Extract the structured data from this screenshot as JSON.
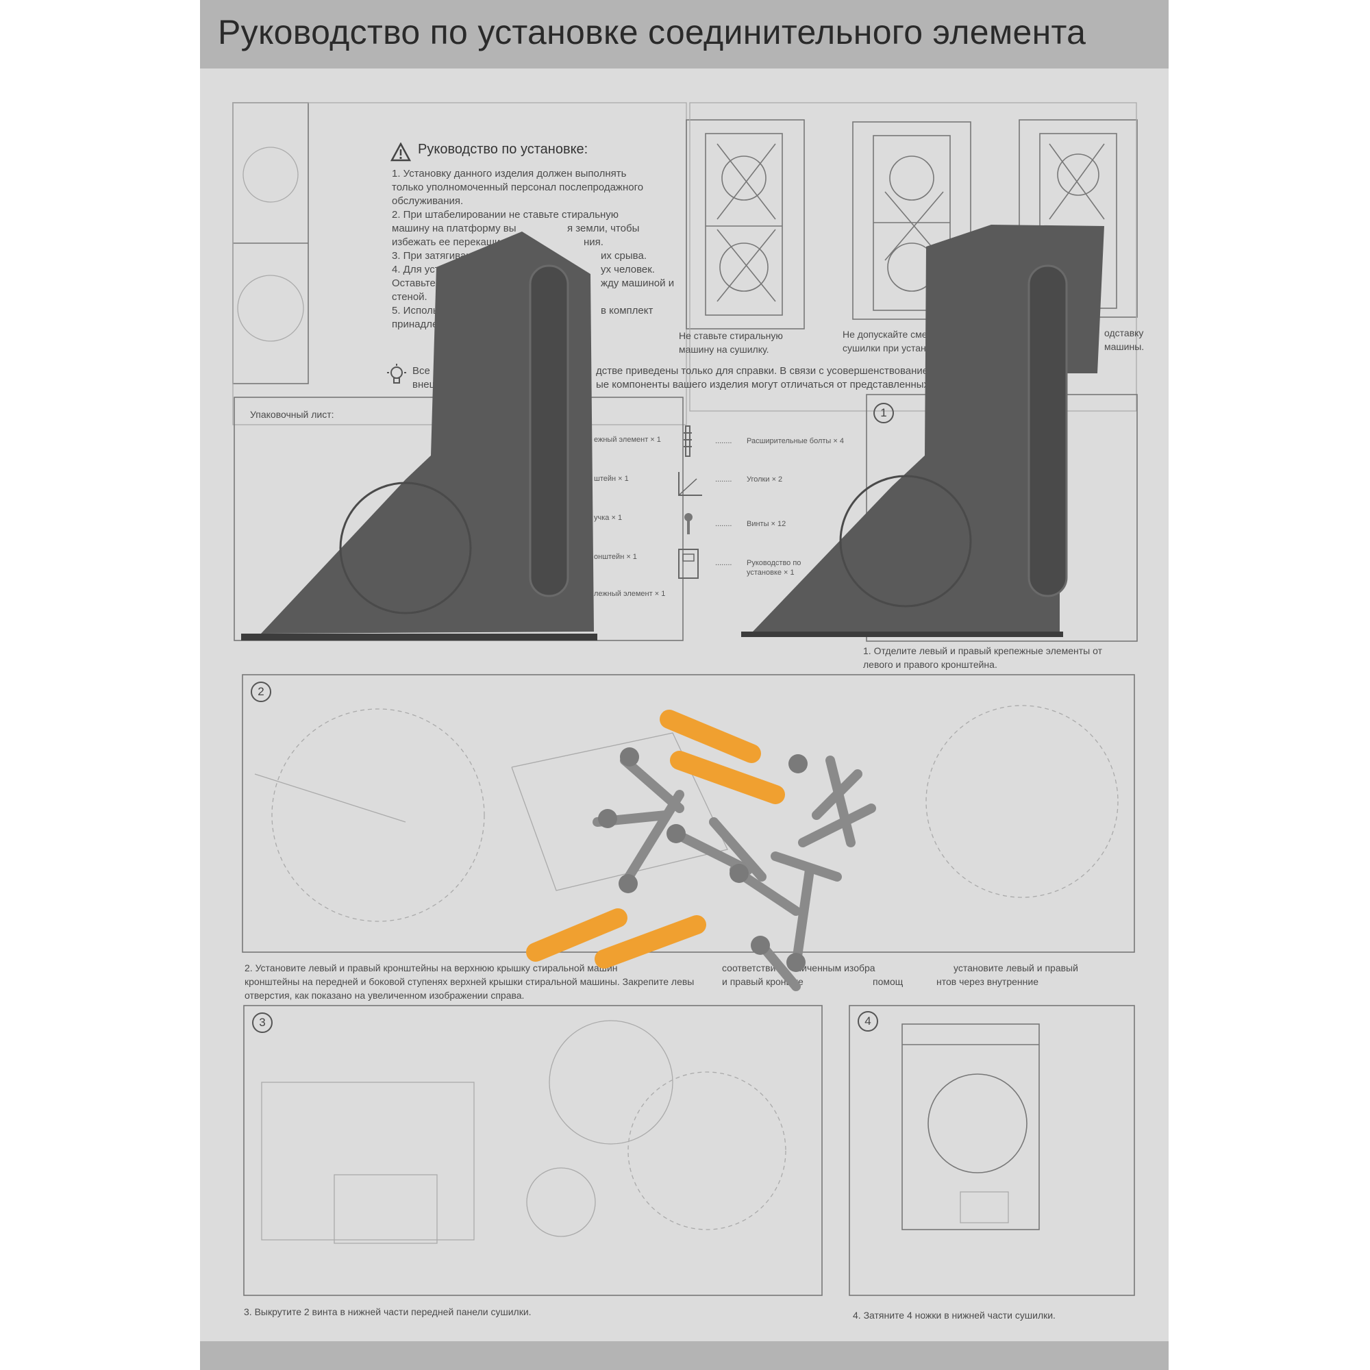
{
  "title": "Руководство по установке соединительного элемента",
  "guide": {
    "heading": "Руководство по установке:",
    "lines": [
      "1. Установку данного изделия должен выполнять",
      "только уполномоченный персонал послепродажного",
      "обслуживания.",
      "2. При штабелировании не ставьте стиральную",
      "машину на платформу вы",
      "я земли, чтобы",
      "избежать ее перекаши",
      "ния.",
      "3. При затягивании в",
      "их срыва.",
      "4. Для установки тре",
      "ух человек.",
      "Оставьте определен",
      "жду машиной и",
      "стеной.",
      "5. Используйте толь",
      "в комплект",
      "принадлежностей."
    ],
    "note_1": "Все иллюстраци",
    "note_2": "дстве приведены только для справки. В связи с усовершенствованием и расш",
    "note_3": "внешний вид, цве",
    "note_4": "ые компоненты вашего изделия могут отличаться от представленных на илл"
  },
  "warnings": {
    "w1": [
      "Не ставьте стиральную",
      "машину на сушилку."
    ],
    "w2": [
      "Не допускайте смещения",
      "сушилки при установке."
    ],
    "w3": [
      "одставку",
      "машины."
    ]
  },
  "packing": {
    "heading": "Упаковочный лист:",
    "items_left": [
      "ежный элемент × 1",
      "штейн × 1",
      "учка × 1",
      "онштейн × 1",
      "лежный элемент × 1"
    ],
    "items_right": [
      "Расширительные болты × 4",
      "Уголки × 2",
      "Винты × 12",
      "Руководство по",
      "установке × 1"
    ],
    "dots": "........"
  },
  "steps": {
    "s1_num": "1",
    "s1_text": [
      "1. Отделите левый и правый крепежные элементы от",
      "левого и правого кронштейна."
    ],
    "s2_num": "2",
    "s2_text": [
      "2. Установите левый и правый кронштейны на верхнюю крышку стиральной машин",
      "кронштейны на передней и боковой ступенях верхней крышки стиральной машины. Закрепите левы",
      "отверстия, как показано на увеличенном изображении справа."
    ],
    "s2_frag_1": "соответстви",
    "s2_frag_2": "личенным изобра",
    "s2_frag_3": "установите левый и правый",
    "s2_frag_4": "и правый кронште",
    "s2_frag_5": "помощ",
    "s2_frag_6": "нтов через внутренние",
    "s3_num": "3",
    "s3_text": "3. Выкрутите 2 винта в нижней части передней панели сушилки.",
    "s4_num": "4",
    "s4_text": "4. Затяните 4 ножки в нижней части сушилки."
  },
  "colors": {
    "sheet": "#dcdcdc",
    "header_bar": "#b4b4b4",
    "bracket": "#555555",
    "anchor": "#f0a030",
    "screw": "#8c8c8c"
  }
}
